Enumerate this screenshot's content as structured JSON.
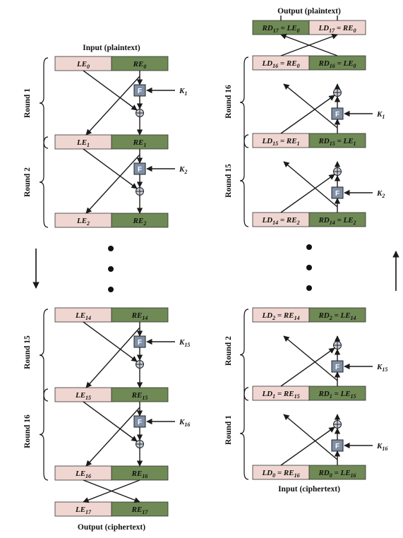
{
  "colors": {
    "left_half": "#f0d6d0",
    "right_half": "#6f8a55",
    "f_box": "#7f8fa6",
    "line": "#1a1a1a"
  },
  "left_panel": {
    "title": "Input (plaintext)",
    "footer": "Output (ciphertext)",
    "dots": "•••",
    "direction_arrow": "arrow-down",
    "round_labels": [
      "Round 1",
      "Round 2",
      "Round 15",
      "Round 16"
    ],
    "keys": [
      {
        "base": "K",
        "sub": "1"
      },
      {
        "base": "K",
        "sub": "2"
      },
      {
        "base": "K",
        "sub": "15"
      },
      {
        "base": "K",
        "sub": "16"
      }
    ],
    "rows": [
      {
        "left": {
          "base": "LE",
          "sub": "0"
        },
        "right": {
          "base": "RE",
          "sub": "0"
        }
      },
      {
        "left": {
          "base": "LE",
          "sub": "1"
        },
        "right": {
          "base": "RE",
          "sub": "1"
        }
      },
      {
        "left": {
          "base": "LE",
          "sub": "2"
        },
        "right": {
          "base": "RE",
          "sub": "2"
        }
      },
      {
        "left": {
          "base": "LE",
          "sub": "14"
        },
        "right": {
          "base": "RE",
          "sub": "14"
        }
      },
      {
        "left": {
          "base": "LE",
          "sub": "15"
        },
        "right": {
          "base": "RE",
          "sub": "15"
        }
      },
      {
        "left": {
          "base": "LE",
          "sub": "16"
        },
        "right": {
          "base": "RE",
          "sub": "16"
        }
      },
      {
        "left": {
          "base": "LE",
          "sub": "17"
        },
        "right": {
          "base": "RE",
          "sub": "17"
        }
      }
    ]
  },
  "right_panel": {
    "title": "Output (plaintext)",
    "footer": "Input (ciphertext)",
    "dots": "•••",
    "direction_arrow": "arrow-up",
    "round_labels": [
      "Round 16",
      "Round 15",
      "Round 2",
      "Round 1"
    ],
    "keys": [
      {
        "base": "K",
        "sub": "1"
      },
      {
        "base": "K",
        "sub": "2"
      },
      {
        "base": "K",
        "sub": "15"
      },
      {
        "base": "K",
        "sub": "16"
      }
    ],
    "rows": [
      {
        "left": {
          "base": "RD",
          "sub": "17",
          "eq": "LE",
          "eqsub": "0"
        },
        "right": {
          "base": "LD",
          "sub": "17",
          "eq": "RE",
          "eqsub": "0"
        }
      },
      {
        "left": {
          "base": "LD",
          "sub": "16",
          "eq": "RE",
          "eqsub": "0"
        },
        "right": {
          "base": "RD",
          "sub": "16",
          "eq": "LE",
          "eqsub": "0"
        }
      },
      {
        "left": {
          "base": "LD",
          "sub": "15",
          "eq": "RE",
          "eqsub": "1"
        },
        "right": {
          "base": "RD",
          "sub": "15",
          "eq": "LE",
          "eqsub": "1"
        }
      },
      {
        "left": {
          "base": "LD",
          "sub": "14",
          "eq": "RE",
          "eqsub": "2"
        },
        "right": {
          "base": "RD",
          "sub": "14",
          "eq": "LE",
          "eqsub": "2"
        }
      },
      {
        "left": {
          "base": "LD",
          "sub": "2",
          "eq": "RE",
          "eqsub": "14"
        },
        "right": {
          "base": "RD",
          "sub": "2",
          "eq": "LE",
          "eqsub": "14"
        }
      },
      {
        "left": {
          "base": "LD",
          "sub": "1",
          "eq": "RE",
          "eqsub": "15"
        },
        "right": {
          "base": "RD",
          "sub": "1",
          "eq": "LE",
          "eqsub": "15"
        }
      },
      {
        "left": {
          "base": "LD",
          "sub": "0",
          "eq": "RE",
          "eqsub": "16"
        },
        "right": {
          "base": "RD",
          "sub": "0",
          "eq": "LE",
          "eqsub": "16"
        }
      }
    ]
  },
  "f_label": "F",
  "xor_symbol": "⊕"
}
